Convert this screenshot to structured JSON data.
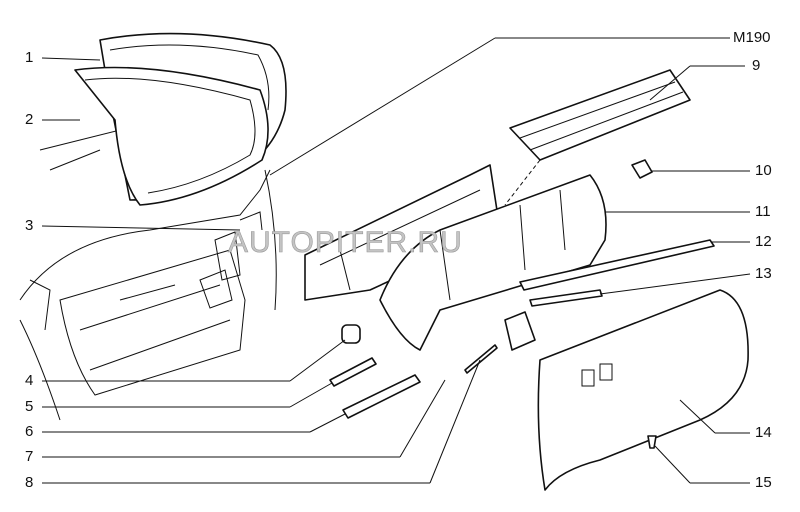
{
  "callouts": [
    {
      "id": "1",
      "label": "1"
    },
    {
      "id": "2",
      "label": "2"
    },
    {
      "id": "3",
      "label": "3"
    },
    {
      "id": "4",
      "label": "4"
    },
    {
      "id": "5",
      "label": "5"
    },
    {
      "id": "6",
      "label": "6"
    },
    {
      "id": "7",
      "label": "7"
    },
    {
      "id": "8",
      "label": "8"
    },
    {
      "id": "M190",
      "label": "M190"
    },
    {
      "id": "9",
      "label": "9"
    },
    {
      "id": "10",
      "label": "10"
    },
    {
      "id": "11",
      "label": "11"
    },
    {
      "id": "12",
      "label": "12"
    },
    {
      "id": "13",
      "label": "13"
    },
    {
      "id": "14",
      "label": "14"
    },
    {
      "id": "15",
      "label": "15"
    }
  ],
  "watermark": "AUTOPITER.RU"
}
